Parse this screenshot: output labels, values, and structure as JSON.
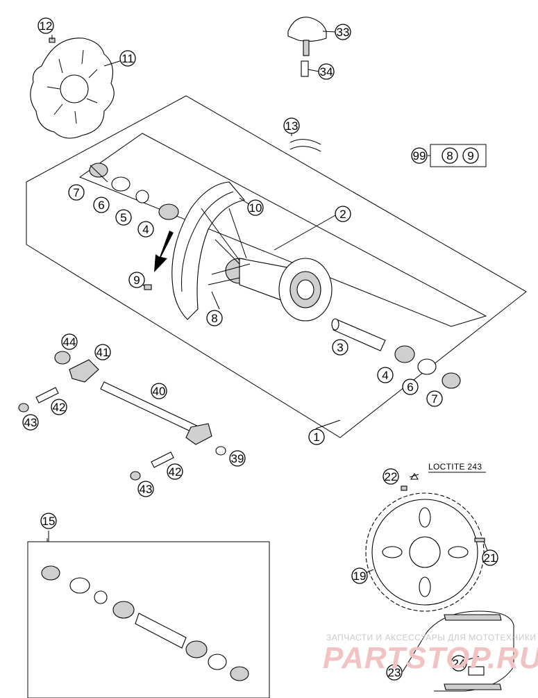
{
  "diagram": {
    "callouts": [
      "1",
      "2",
      "3",
      "4",
      "5",
      "6",
      "7",
      "8",
      "9",
      "10",
      "11",
      "12",
      "13",
      "15",
      "19",
      "21",
      "22",
      "23",
      "24",
      "33",
      "34",
      "39",
      "40",
      "41",
      "42",
      "43",
      "44",
      "99"
    ],
    "kit_box": [
      "99",
      "8",
      "9"
    ],
    "note": "LOCTITE 243",
    "watermark": {
      "top": "ЗАПЧАСТИ И АКСЕССУАРЫ ДЛЯ МОТОТЕХНИКИ",
      "main": "PARTSTOP.RU"
    }
  }
}
